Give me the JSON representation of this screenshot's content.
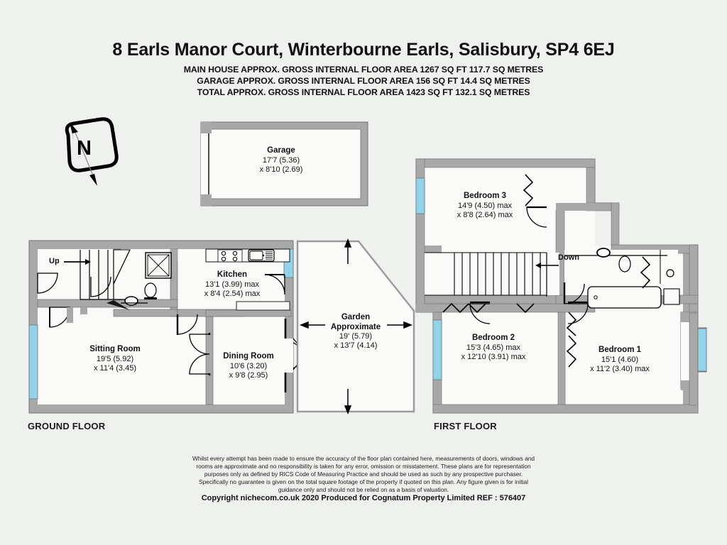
{
  "document": {
    "title": "8 Earls Manor Court, Winterbourne Earls, Salisbury, SP4 6EJ",
    "area_lines": [
      "MAIN HOUSE APPROX. GROSS INTERNAL FLOOR AREA 1267 SQ FT 117.7 SQ METRES",
      "GARAGE APPROX. GROSS INTERNAL FLOOR AREA 156 SQ FT 14.4 SQ METRES",
      "TOTAL APPROX. GROSS INTERNAL FLOOR AREA 1423 SQ FT 132.1 SQ METRES"
    ]
  },
  "compass": {
    "north_label": "N"
  },
  "floors": {
    "ground": {
      "caption": "GROUND FLOOR",
      "stair_label": "Up",
      "rooms": [
        {
          "name": "Garage",
          "dim1": "17'7 (5.36)",
          "dim2": "x 8'10 (2.69)"
        },
        {
          "name": "Kitchen",
          "dim1": "13'1 (3.99) max",
          "dim2": "x 8'4 (2.54) max"
        },
        {
          "name": "Sitting Room",
          "dim1": "19'5 (5.92)",
          "dim2": "x 11'4 (3.45)"
        },
        {
          "name": "Dining Room",
          "dim1": "10'6 (3.20)",
          "dim2": "x 9'8 (2.95)"
        },
        {
          "name": "Garden",
          "name2": "Approximate",
          "dim1": "19' (5.79)",
          "dim2": "x 13'7 (4.14)"
        }
      ]
    },
    "first": {
      "caption": "FIRST FLOOR",
      "stair_label": "Down",
      "rooms": [
        {
          "name": "Bedroom 3",
          "dim1": "14'9 (4.50) max",
          "dim2": "x 8'8 (2.64) max"
        },
        {
          "name": "Bedroom 2",
          "dim1": "15'3 (4.65) max",
          "dim2": "x 12'10 (3.91) max"
        },
        {
          "name": "Bedroom 1",
          "dim1": "15'1 (4.60)",
          "dim2": "x 11'2 (3.40) max"
        }
      ]
    }
  },
  "footer": {
    "disclaimer_lines": [
      "Whilst every attempt has been made to ensure the accuracy of the floor plan contained here, measurements of doors, windows and",
      "rooms are approximate and no responsibility is taken for any error, omission or misstatement. These plans are for representation",
      "purposes only as defined by RICS Code of Measuring Practice and should be used as such by any prospective purchaser.",
      "Specifically no guarantee is given on the total square footage of the property if quoted on this plan. Any figure given is for initial",
      "guidance only and should not be relied on as a basis of valuation."
    ],
    "copyright": "Copyright nichecom.co.uk 2020     Produced for Cognatum Property Limited   REF :  576407"
  },
  "colors": {
    "page_background": "#eff1ee",
    "wall": "#a8a8a8",
    "wall_stroke": "#6f7374",
    "room_fill": "#fafaf8",
    "window": "#93d3ea",
    "text": "#111111"
  }
}
